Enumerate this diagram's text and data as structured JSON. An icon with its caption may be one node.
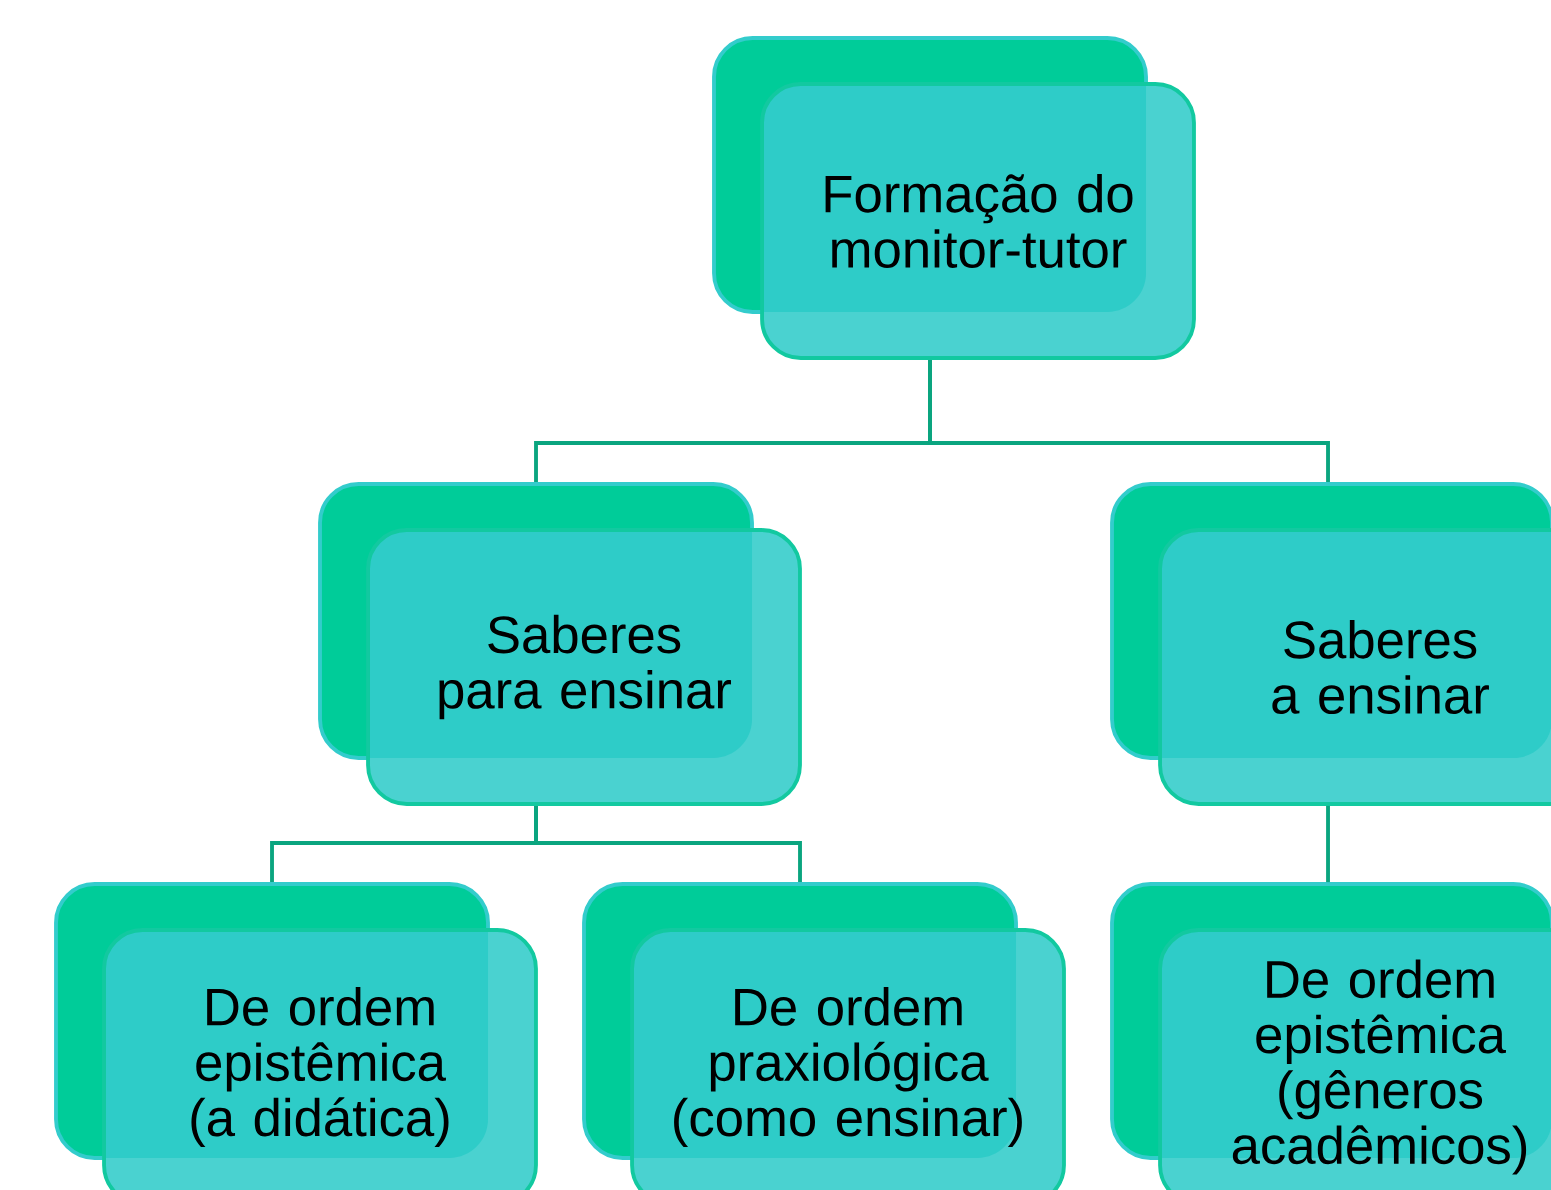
{
  "diagram": {
    "nodes": [
      {
        "text": [
          "Formação do monitor-tutor"
        ]
      },
      {
        "text": [
          "Saberes para ensinar"
        ]
      },
      {
        "text": [
          "Saberes a ensinar"
        ]
      },
      {
        "text": [
          "De ordem epistêmica (a didática)"
        ]
      },
      {
        "text": [
          "De ordem praxiológica (como ensinar)"
        ]
      },
      {
        "text": [
          "De ordem epistêmica (gêneros acadêmicos)"
        ]
      }
    ],
    "edges": [
      {
        "from": 0,
        "to": 1,
        "arrow": "none"
      },
      {
        "from": 0,
        "to": 2,
        "arrow": "none"
      },
      {
        "from": 1,
        "to": 3,
        "arrow": "none"
      },
      {
        "from": 1,
        "to": 4,
        "arrow": "none"
      },
      {
        "from": 2,
        "to": 5,
        "arrow": "none"
      }
    ]
  }
}
